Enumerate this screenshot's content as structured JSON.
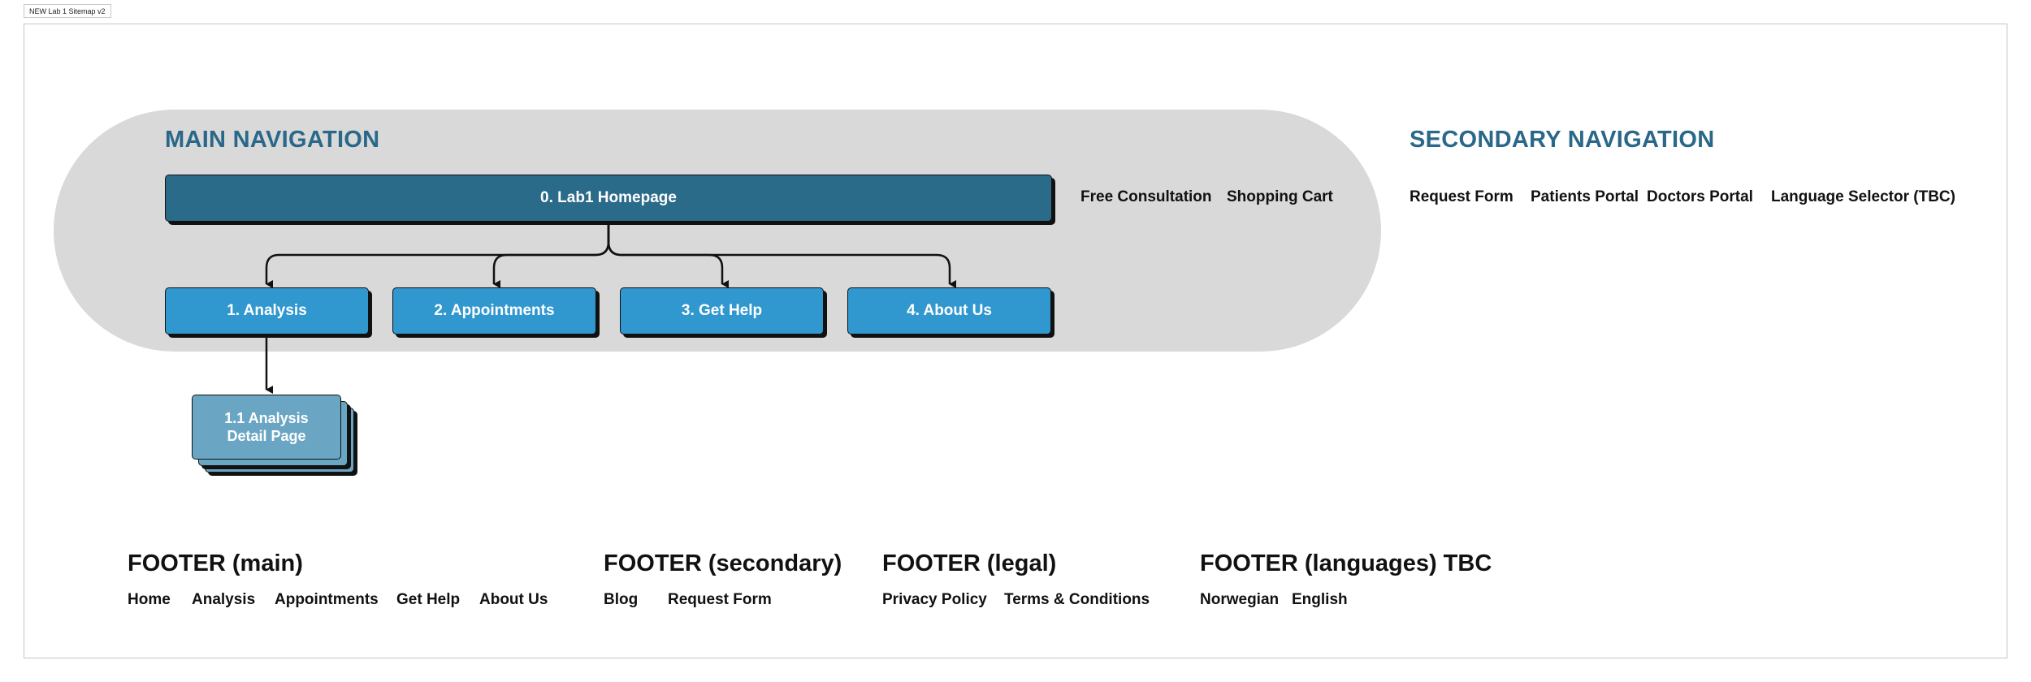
{
  "document_tab": "NEW Lab 1 Sitemap v2",
  "main_navigation": {
    "heading": "MAIN NAVIGATION",
    "homepage": "0. Lab1 Homepage",
    "children": [
      "1. Analysis",
      "2. Appointments",
      "3. Get Help",
      "4. About Us"
    ],
    "sub_pages": [
      "1.1 Analysis",
      "Detail Page"
    ],
    "utility_links": [
      "Free Consultation",
      "Shopping Cart"
    ]
  },
  "secondary_navigation": {
    "heading": "SECONDARY NAVIGATION",
    "links": [
      "Request Form",
      "Patients Portal",
      "Doctors Portal",
      "Language Selector (TBC)"
    ]
  },
  "footers": [
    {
      "title": "FOOTER (main)",
      "links": [
        "Home",
        "Analysis",
        "Appointments",
        "Get Help",
        "About Us"
      ]
    },
    {
      "title": "FOOTER (secondary)",
      "links": [
        "Blog",
        "Request Form"
      ]
    },
    {
      "title": "FOOTER (legal)",
      "links": [
        "Privacy Policy",
        "Terms & Conditions"
      ]
    },
    {
      "title": "FOOTER (languages) TBC",
      "links": [
        "Norwegian",
        "English"
      ]
    }
  ],
  "colors": {
    "heading_blue": "#2a6889",
    "homepage_box": "#2b6b8a",
    "child_box": "#3097cf",
    "subpage_box": "#6aa6c3",
    "nav_background": "#d9d9d9"
  }
}
